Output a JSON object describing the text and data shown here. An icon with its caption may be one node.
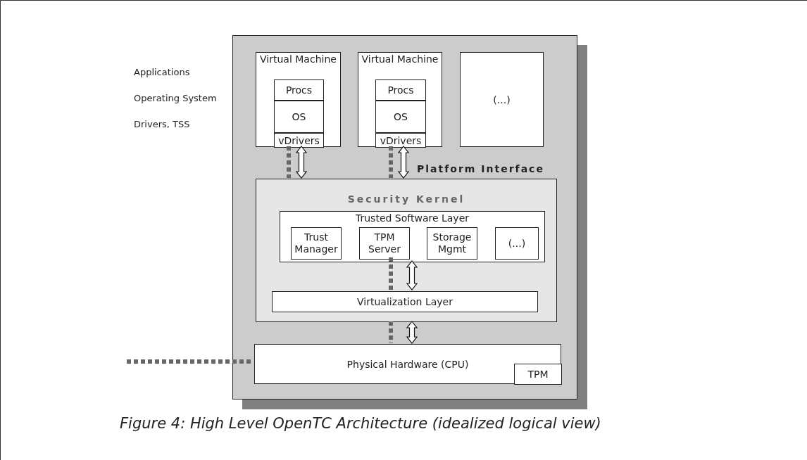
{
  "diagram": {
    "caption": "Figure 4: High Level OpenTC Architecture (idealized logical view)",
    "nodes": [
      {
        "text": [],
        "shape": "box"
      },
      {
        "text": [
          "Virtual Machine"
        ],
        "in": 0
      },
      {
        "text": [
          "Procs"
        ],
        "in": 1
      },
      {
        "text": [
          "OS"
        ],
        "in": 1
      },
      {
        "text": [
          "vDrivers"
        ],
        "in": 1
      },
      {
        "text": [
          "Virtual Machine"
        ],
        "in": 0
      },
      {
        "text": [
          "Procs"
        ],
        "in": 5
      },
      {
        "text": [
          "OS"
        ],
        "in": 5
      },
      {
        "text": [
          "vDrivers"
        ],
        "in": 5
      },
      {
        "text": [
          "(...)"
        ],
        "in": 0
      },
      {
        "text": [
          "Security Kernel"
        ],
        "in": 0
      },
      {
        "text": [
          "Trusted Software Layer"
        ],
        "in": 10
      },
      {
        "text": [
          "Trust Manager"
        ],
        "in": 11
      },
      {
        "text": [
          "TPM Server"
        ],
        "in": 11
      },
      {
        "text": [
          "Storage Mgmt"
        ],
        "in": 11
      },
      {
        "text": [
          "(...)"
        ],
        "in": 11
      },
      {
        "text": [
          "Virtualization Layer"
        ],
        "in": 10
      },
      {
        "text": [
          "Physical Hardware (CPU)"
        ],
        "in": 0
      },
      {
        "text": [
          "TPM"
        ],
        "in": 17
      }
    ],
    "edges": [
      {
        "from": 4,
        "to": 10,
        "arrow": "none",
        "style": "dashed",
        "color": "#666666"
      },
      {
        "from": 4,
        "to": 10,
        "arrow": "both"
      },
      {
        "from": 8,
        "to": 10,
        "arrow": "none",
        "style": "dashed",
        "color": "#666666"
      },
      {
        "from": 8,
        "to": 10,
        "arrow": "both"
      },
      {
        "from": 13,
        "to": 16,
        "arrow": "none",
        "style": "dashed",
        "color": "#666666"
      },
      {
        "from": 11,
        "to": 16,
        "arrow": "both"
      },
      {
        "from": 10,
        "to": 17,
        "arrow": "none",
        "style": "dashed",
        "color": "#666666"
      },
      {
        "from": 10,
        "to": 17,
        "arrow": "both"
      },
      {
        "from": null,
        "to": 17,
        "arrow": "none",
        "style": "dashed",
        "color": "#666666"
      }
    ],
    "labels": [
      "Applications",
      "Operating System",
      "Drivers, TSS",
      "Platform Interface"
    ]
  }
}
